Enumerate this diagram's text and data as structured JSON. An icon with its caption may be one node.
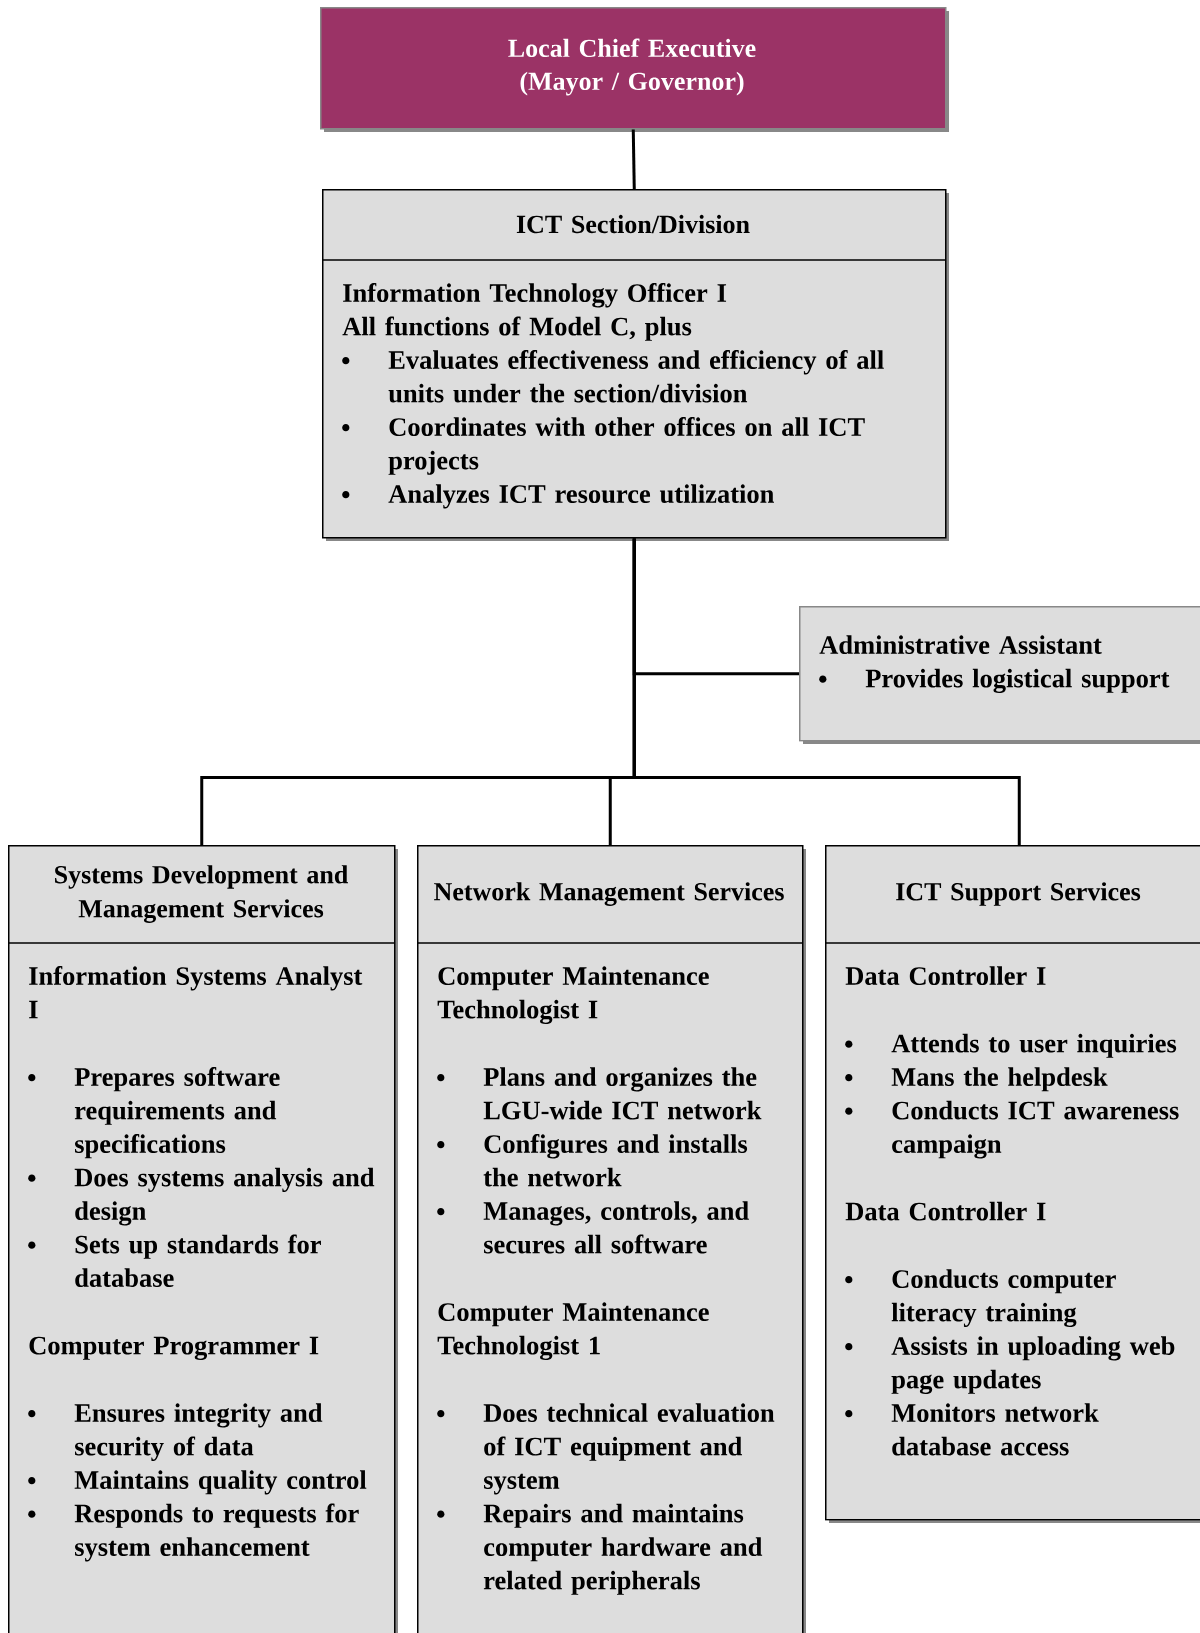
{
  "diagram": {
    "nodes": [
      {
        "text": [
          "Local Chief Executive (Mayor / Governor)"
        ]
      },
      {
        "text": [
          "ICT Section/Division",
          "Information Technology Officer I",
          "All functions of Model C, plus",
          "Evaluates effectiveness and efficiency of all units under the section/division",
          "Coordinates with other offices on all ICT projects",
          "Analyzes ICT resource utilization"
        ]
      },
      {
        "text": [
          "Administrative Assistant",
          "Provides logistical support"
        ]
      },
      {
        "text": [
          "Systems Development and Management Services",
          "Information Systems Analyst I",
          "Prepares software requirements and specifications",
          "Does systems analysis and design",
          "Sets up standards for database",
          "Computer Programmer I",
          "Ensures integrity and security of data",
          "Maintains quality control",
          "Responds to requests for system enhancement"
        ]
      },
      {
        "text": [
          "Network Management Services",
          "Computer Maintenance Technologist I",
          "Plans and organizes the LGU-wide ICT network",
          "Configures and installs the network",
          "Manages, controls, and secures all software",
          "Computer Maintenance Technologist 1",
          "Does technical evaluation of  ICT equipment and system",
          "Repairs and maintains computer hardware and related peripherals"
        ]
      },
      {
        "text": [
          "ICT Support Services",
          "Data Controller I",
          "Attends to user inquiries",
          "Mans the helpdesk",
          "Conducts ICT awareness campaign",
          "Data Controller I",
          "Conducts computer literacy training",
          "Assists in uploading web page updates",
          "Monitors network database access"
        ]
      }
    ],
    "edges": [
      {
        "from": 0,
        "to": 1,
        "arrow": "none"
      },
      {
        "from": 1,
        "to": 2,
        "arrow": "none"
      },
      {
        "from": 1,
        "to": 3,
        "arrow": "none"
      },
      {
        "from": 1,
        "to": 4,
        "arrow": "none"
      },
      {
        "from": 1,
        "to": 5,
        "arrow": "none"
      }
    ]
  }
}
